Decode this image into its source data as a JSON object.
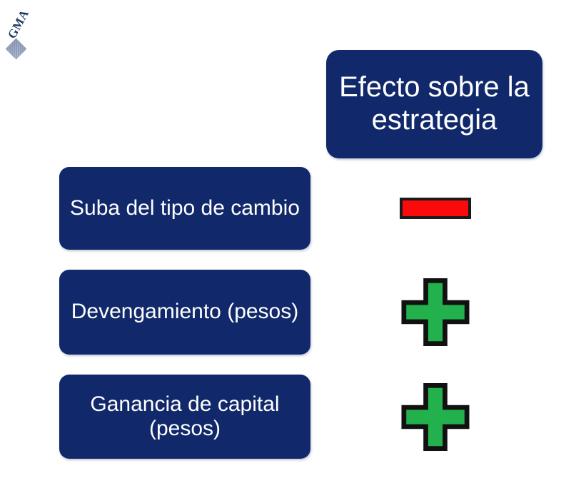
{
  "logo": {
    "text": "GMA",
    "mark": "diamond-mark"
  },
  "header": {
    "title": "Efecto sobre la estrategia"
  },
  "colors": {
    "box_navy": "#11296B",
    "box_text": "#FFFFFF",
    "positive_green": "#22B14C",
    "negative_red": "#FA0A0A",
    "symbol_outline": "#111111",
    "background": "#FFFFFF",
    "logo_navy": "#223A66"
  },
  "rows": [
    {
      "label": "Suba del tipo de cambio",
      "effect": "negative",
      "effect_icon": "minus-icon",
      "effect_color": "#FA0A0A"
    },
    {
      "label": "Devengamiento (pesos)",
      "effect": "positive",
      "effect_icon": "plus-icon",
      "effect_color": "#22B14C"
    },
    {
      "label": "Ganancia de capital (pesos)",
      "effect": "positive",
      "effect_icon": "plus-icon",
      "effect_color": "#22B14C"
    }
  ]
}
